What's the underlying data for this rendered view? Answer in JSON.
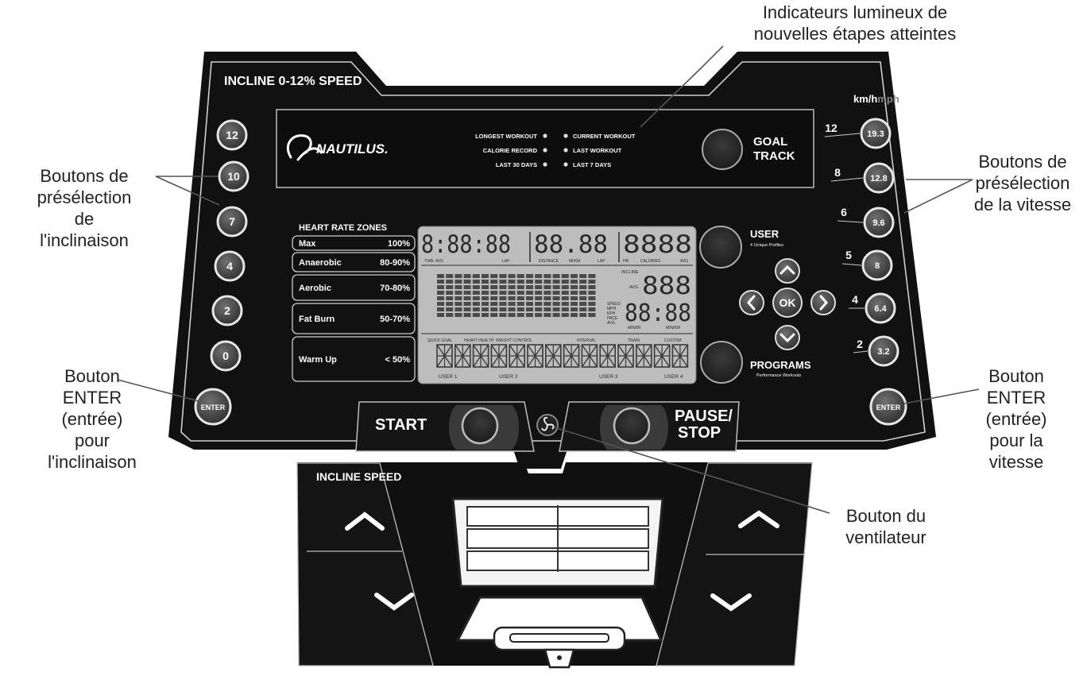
{
  "annotations": {
    "milestone": "Indicateurs lumineux de\nnouvelles étapes atteintes",
    "incline_presets": "Boutons de\nprésélection\nde\nl'inclinaison",
    "speed_presets": "Boutons de\nprésélection\nde la vitesse",
    "incline_enter": "Bouton\nENTER\n(entrée)\npour\nl'inclinaison",
    "speed_enter": "Bouton\nENTER\n(entrée)\npour la\nvitesse",
    "fan": "Bouton du\nventilateur"
  },
  "console": {
    "header": "INCLINE 0-12% SPEED",
    "unit": "km/h",
    "unit_alt": "mph",
    "brand": "NAUTILUS.",
    "indicators_left": [
      "LONGEST WORKOUT",
      "CALORIE RECORD",
      "LAST 30 DAYS"
    ],
    "indicators_right": [
      "CURRENT WORKOUT",
      "LAST WORKOUT",
      "LAST 7 DAYS"
    ],
    "goal_track": [
      "GOAL",
      "TRACK"
    ],
    "incline_buttons": [
      "12",
      "10",
      "7",
      "4",
      "2",
      "0"
    ],
    "enter_label": "ENTER",
    "speed_presets": [
      {
        "mph": "12",
        "kmh": "19.3"
      },
      {
        "mph": "8",
        "kmh": "12.8"
      },
      {
        "mph": "6",
        "kmh": "9.6"
      },
      {
        "mph": "5",
        "kmh": "8"
      },
      {
        "mph": "4",
        "kmh": "6.4"
      },
      {
        "mph": "2",
        "kmh": "3.2"
      }
    ],
    "hr_title": "HEART RATE ZONES",
    "hr_zones": [
      {
        "name": "Max",
        "range": "100%"
      },
      {
        "name": "Anaerobic",
        "range": "80-90%"
      },
      {
        "name": "Aerobic",
        "range": "70-80%"
      },
      {
        "name": "Fat Burn",
        "range": "50-70%"
      },
      {
        "name": "Warm Up",
        "range": "50%",
        "prefix": "<"
      }
    ],
    "lcd": {
      "time": "8:88:88",
      "distance": "88.88",
      "hr": "8888",
      "incline": "888",
      "speed": "88:88",
      "row1_labels": [
        "TIME",
        "AVG",
        "LAP",
        "DISTANCE",
        "MI/KM",
        "LAP",
        "HR",
        "CALORIES",
        "AVG"
      ],
      "incline_label": "INCLINE",
      "avg_label": "AVG",
      "speed_labels": [
        "SPEED",
        "MPH",
        "KPH",
        "PACE",
        "AVG"
      ],
      "speed_units": [
        "MIN/MI",
        "MIN/KM"
      ],
      "program_labels": [
        "QUICK GOAL",
        "HEART HEALTH",
        "WEIGHT CONTROL",
        "INTERVAL",
        "TRAIN",
        "CUSTOM"
      ],
      "users": [
        "USER 1",
        "USER 2",
        "USER 3",
        "USER 4"
      ]
    },
    "user": {
      "title": "USER",
      "subtitle": "4 Unique Profiles"
    },
    "ok_label": "OK",
    "programs": {
      "title": "PROGRAMS",
      "subtitle": "Performance Workouts"
    },
    "start_label": "START",
    "pause_label": [
      "PAUSE/",
      "STOP"
    ],
    "lower_label": "INCLINE SPEED"
  },
  "colors": {
    "console": "#111111",
    "button": "#4a4a4a",
    "outline": "#d8d8d8",
    "lcd": "#bdbdbd",
    "lcd_ink": "#2a2a2a"
  }
}
